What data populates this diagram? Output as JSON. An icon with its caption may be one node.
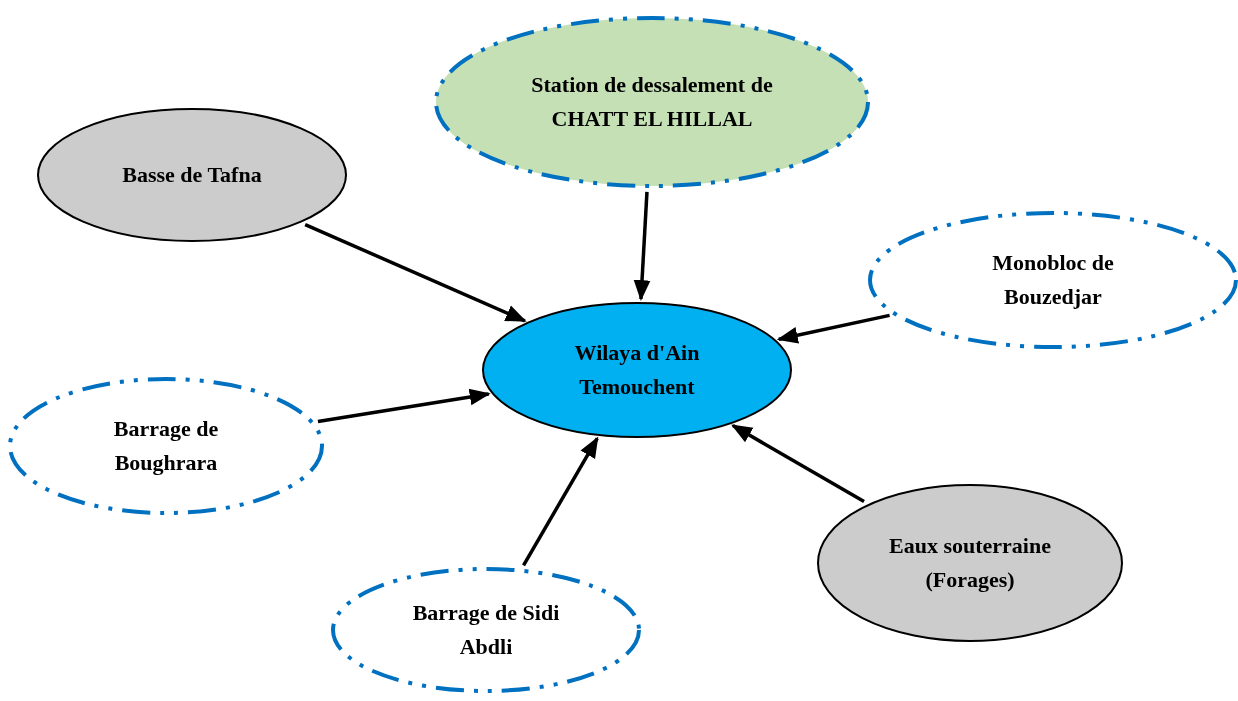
{
  "diagram": {
    "nodes": [
      {
        "text": [
          "Station de dessalement de CHATT EL HILLAL"
        ]
      },
      {
        "text": [
          "Basse de Tafna"
        ]
      },
      {
        "text": [
          "Monobloc de Bouzedjar"
        ]
      },
      {
        "text": [
          "Wilaya d'Ain Temouchent"
        ]
      },
      {
        "text": [
          "Barrage de Boughrara"
        ]
      },
      {
        "text": [
          "Eaux souterraine (Forages)"
        ]
      },
      {
        "text": [
          "Barrage de Sidi Abdli"
        ]
      }
    ],
    "edges": [
      {
        "from": 0,
        "to": 3,
        "arrow": "to"
      },
      {
        "from": 1,
        "to": 3,
        "arrow": "to"
      },
      {
        "from": 2,
        "to": 3,
        "arrow": "to"
      },
      {
        "from": 4,
        "to": 3,
        "arrow": "to"
      },
      {
        "from": 6,
        "to": 3,
        "arrow": "to"
      },
      {
        "from": 5,
        "to": 3,
        "arrow": "to"
      }
    ]
  }
}
